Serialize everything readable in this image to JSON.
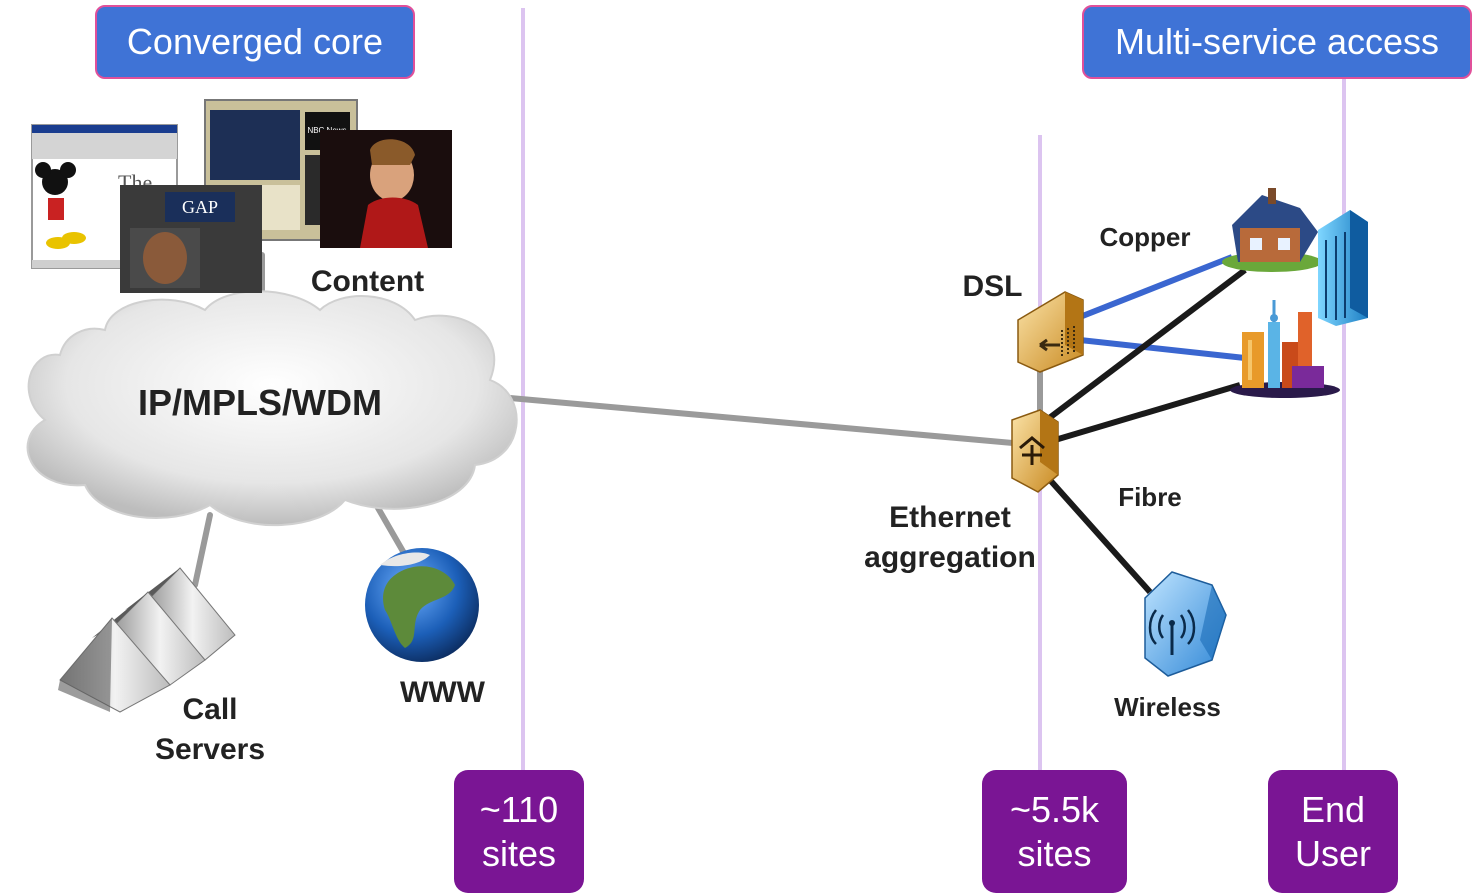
{
  "headers": {
    "core": "Converged core",
    "access": "Multi-service access"
  },
  "cloud": {
    "label": "IP/MPLS/WDM"
  },
  "labels": {
    "content": "Content",
    "call_servers_line1": "Call",
    "call_servers_line2": "Servers",
    "www": "WWW",
    "dsl": "DSL",
    "copper": "Copper",
    "fibre": "Fibre",
    "ethernet_line1": "Ethernet",
    "ethernet_line2": "aggregation",
    "wireless": "Wireless"
  },
  "site_badges": [
    {
      "line1": "~110",
      "line2": "sites"
    },
    {
      "line1": "~5.5k",
      "line2": "sites"
    },
    {
      "line1": "End",
      "line2": "User"
    }
  ],
  "thumbnails": {
    "gap_sign": "GAP",
    "tv_badge": "NBC News"
  },
  "colors": {
    "header_blue": "#3f73d6",
    "badge_purple": "#7a1594",
    "divider_lilac": "#dcc4f0",
    "copper_link": "#3a66d0",
    "fibre_link": "#1a1a1a",
    "core_link": "#9a9a9a"
  }
}
